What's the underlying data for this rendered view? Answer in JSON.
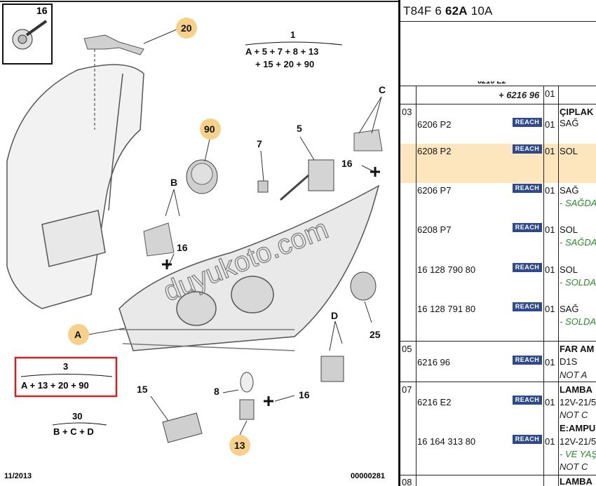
{
  "diagram": {
    "callouts": [
      "16",
      "20",
      "90",
      "7",
      "5",
      "C",
      "B",
      "16",
      "A",
      "D",
      "25",
      "16",
      "8",
      "15",
      "13"
    ],
    "formula1": {
      "number": "1",
      "line1": "A + 5 + 7 + 8 + 13",
      "line2": "+ 15 + 20 + 90"
    },
    "formula3": {
      "number": "3",
      "line": "A + 13 + 20 + 90"
    },
    "formula30": {
      "number": "30",
      "line": "B + C + D"
    },
    "date": "11/2013",
    "code": "00000281",
    "watermark": "duyukoto.com"
  },
  "catalog": {
    "header": {
      "prefix": "T84F 6 ",
      "bold": "62A",
      "suffix": " 10A"
    },
    "top_fragment": {
      "pn_cut": "6216 E2",
      "pn": "+ 6216 96",
      "qty": "01"
    },
    "sections": [
      {
        "no": "03",
        "desc": "ÇIPLAK",
        "rows": [
          {
            "pn": "6206 P2",
            "reach": "REACH",
            "qty": "01",
            "desc": "SAĞ",
            "note": ""
          },
          {
            "pn": "6208 P2",
            "reach": "REACH",
            "qty": "01",
            "desc": "SOL",
            "note": ""
          },
          {
            "pn": "6206 P7",
            "reach": "REACH",
            "qty": "01",
            "desc": "SAĞ",
            "note": "- SAĞDA"
          },
          {
            "pn": "6208 P7",
            "reach": "REACH",
            "qty": "01",
            "desc": "SOL",
            "note": "- SAĞDA"
          },
          {
            "pn": "16 128 790 80",
            "reach": "REACH",
            "qty": "01",
            "desc": "SOL",
            "note": "- SOLDA"
          },
          {
            "pn": "16 128 791 80",
            "reach": "REACH",
            "qty": "01",
            "desc": "SAĞ",
            "note": "- SOLDA"
          }
        ]
      },
      {
        "no": "05",
        "desc": "FAR AM",
        "rows": [
          {
            "pn": "6216 96",
            "reach": "REACH",
            "qty": "01",
            "desc": "D1S",
            "note": "NOT A"
          }
        ]
      },
      {
        "no": "07",
        "desc": "LAMBA",
        "rows": [
          {
            "pn": "6216 E2",
            "reach": "REACH",
            "qty": "01",
            "desc": "12V-21/5",
            "note": "NOT C"
          },
          {
            "pn": "16 164 313 80",
            "reach": "REACH",
            "qty": "01",
            "desc": "E:AMPU",
            "note2": "- VE YAŞ",
            "note": "NOT C"
          }
        ]
      },
      {
        "no": "08",
        "desc": "LAMBA",
        "rows": []
      }
    ]
  }
}
